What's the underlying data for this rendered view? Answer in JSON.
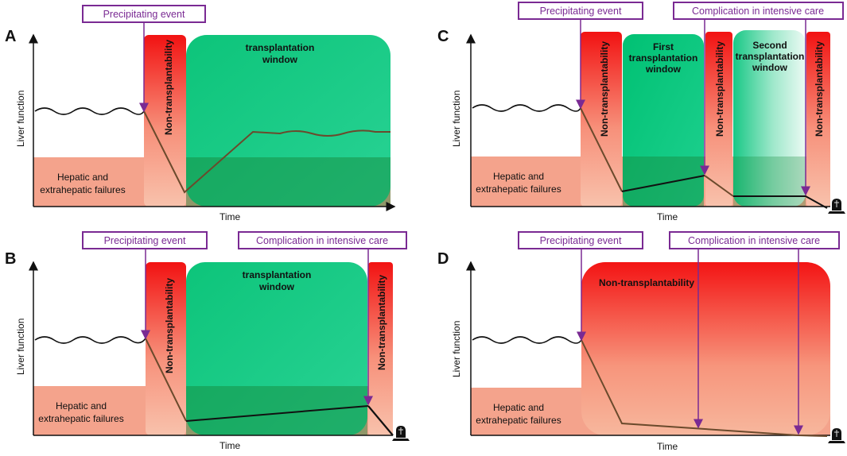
{
  "colors": {
    "failure_band": "#f4a38c",
    "event_purple": "#7a2a93",
    "window_green": "#00c878",
    "window_green_light": "#bff0df",
    "nontx_red": "#f01010",
    "nontx_peach": "#f6b59c",
    "trajectory": "#8a3a28"
  },
  "icons": [
    "tombstone-icon"
  ],
  "panels": [
    {
      "letter": "A",
      "events": [
        "Precipitating event"
      ],
      "y_axis_label": "Liver function",
      "x_axis_label": "Time",
      "failure_label": [
        "Hepatic and",
        "extrahepatic failures"
      ],
      "nontx_labels": [
        "Non-transplantability"
      ],
      "windows": [
        {
          "lines": [
            "transplantation",
            "window"
          ]
        }
      ],
      "outcome": "recovery"
    },
    {
      "letter": "B",
      "events": [
        "Precipitating event",
        "Complication in intensive care"
      ],
      "y_axis_label": "Liver function",
      "x_axis_label": "Time",
      "failure_label": [
        "Hepatic and",
        "extrahepatic failures"
      ],
      "nontx_labels": [
        "Non-transplantability",
        "Non-transplantability"
      ],
      "windows": [
        {
          "lines": [
            "transplantation",
            "window"
          ]
        }
      ],
      "outcome": "death"
    },
    {
      "letter": "C",
      "events": [
        "Precipitating event",
        "Complication in intensive care"
      ],
      "y_axis_label": "Liver function",
      "x_axis_label": "Time",
      "failure_label": [
        "Hepatic and",
        "extrahepatic failures"
      ],
      "nontx_labels": [
        "Non-transplantability",
        "Non-transplantability",
        "Non-transplantability"
      ],
      "windows": [
        {
          "lines": [
            "First",
            "transplantation",
            "window"
          ]
        },
        {
          "lines": [
            "Second",
            "transplantation",
            "window"
          ]
        }
      ],
      "outcome": "death"
    },
    {
      "letter": "D",
      "events": [
        "Precipitating event",
        "Complication in intensive care"
      ],
      "y_axis_label": "Liver function",
      "x_axis_label": "Time",
      "failure_label": [
        "Hepatic and",
        "extrahepatic failures"
      ],
      "nontx_labels": [
        "Non-transplantability"
      ],
      "windows": [],
      "outcome": "death"
    }
  ]
}
